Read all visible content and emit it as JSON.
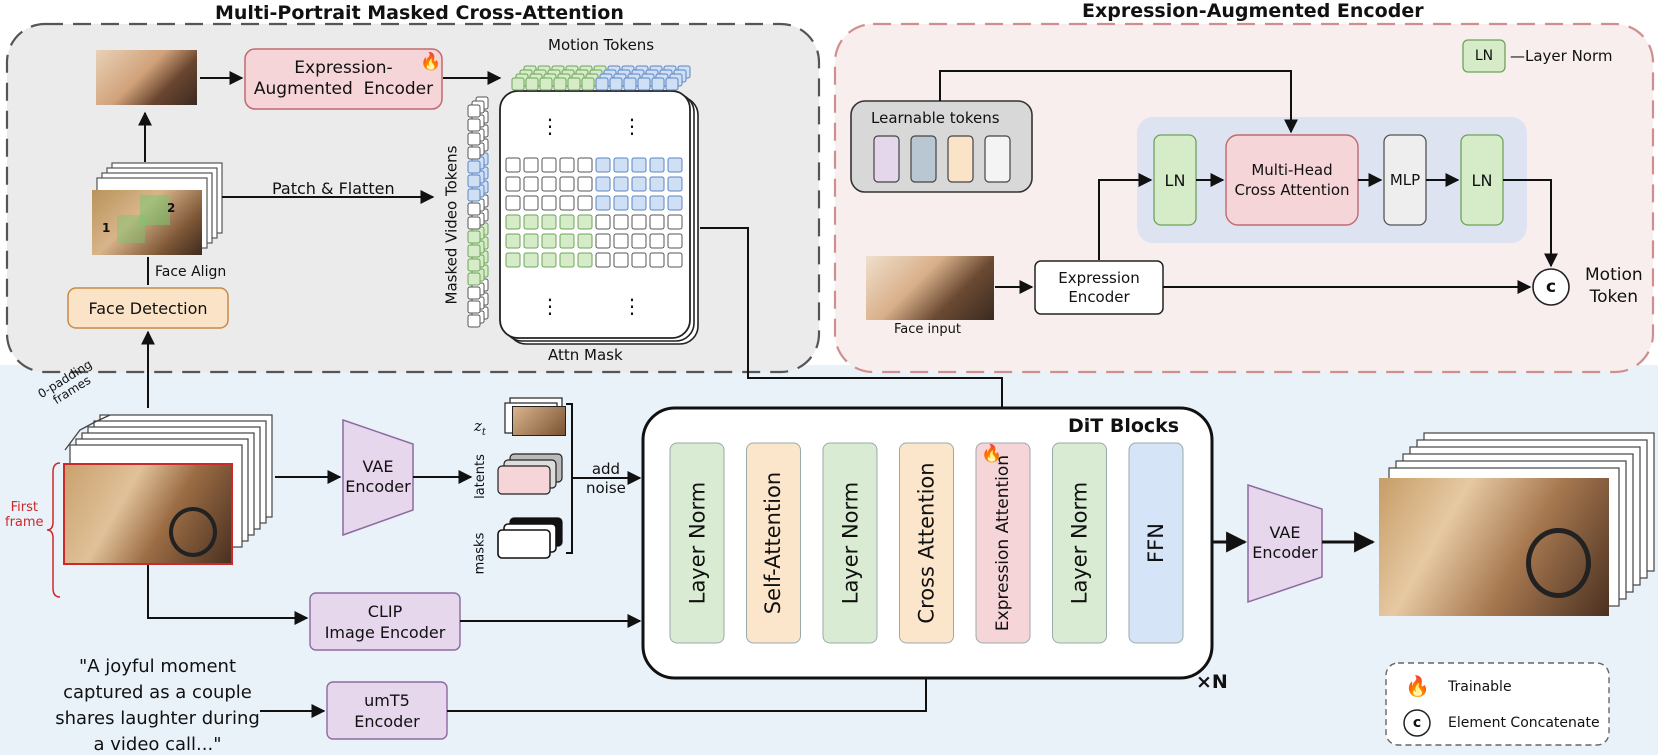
{
  "titles": {
    "left": "Multi-Portrait Masked Cross-Attention",
    "right": "Expression-Augmented Encoder"
  },
  "left_panel": {
    "expr_encoder": "Expression-\nAugmented  Encoder",
    "motion_tokens": "Motion Tokens",
    "patch_flatten": "Patch & Flatten",
    "masked_video_tokens": "Masked Video Tokens",
    "attn_mask": "Attn Mask",
    "face_align": "Face Align",
    "face_detection": "Face Detection",
    "face_num_1": "1",
    "face_num_2": "2",
    "ellipsis": "⋮"
  },
  "right_panel": {
    "legend_ln_box": "LN",
    "legend_ln_text": "—Layer Norm",
    "learnable_tokens": "Learnable tokens",
    "ln": "LN",
    "mhca": "Multi-Head\nCross Attention",
    "mlp": "MLP",
    "expression_encoder": "Expression\nEncoder",
    "face_input": "Face input",
    "concat": "c",
    "motion_token": "Motion\nToken"
  },
  "bottom": {
    "zero_padding": "0-padding\nframes",
    "first_frame": "First\nframe",
    "vae_encoder_in": "VAE\nEncoder",
    "zt": "z",
    "zt_sub": "t",
    "latents": "latents",
    "masks": "masks",
    "add_noise": "add\nnoise",
    "clip": "CLIP\nImage Encoder",
    "umt5": "umT5\nEncoder",
    "prompt": "\"A joyful moment\ncaptured as a couple\nshares laughter during\na video call...\"",
    "dit_title": "DiT Blocks",
    "repeat": "×N",
    "vae_encoder_out": "VAE\nEncoder"
  },
  "dit_blocks": [
    {
      "label": "Layer Norm",
      "color": "#d9ecd3"
    },
    {
      "label": "Self-Attention",
      "color": "#fbe6cc"
    },
    {
      "label": "Layer Norm",
      "color": "#d9ecd3"
    },
    {
      "label": "Cross Attention",
      "color": "#fbe6cc"
    },
    {
      "label": "Expression Attention",
      "color": "#f6d5d8"
    },
    {
      "label": "Layer Norm",
      "color": "#d9ecd3"
    },
    {
      "label": "FFN",
      "color": "#d6e4f7"
    }
  ],
  "legend": {
    "trainable": "Trainable",
    "concat_symbol": "c",
    "concat": "Element Concatenate"
  },
  "colors": {
    "left_panel_bg": "#ebebeb",
    "right_panel_bg": "#f8eeee",
    "bottom_bg": "#e9f1f9",
    "expr_encoder_fill": "#f6d5d8",
    "face_detection_fill": "#fbe3c7",
    "vae_fill": "#e6d7ec",
    "green_token": "#d6ecc9",
    "blue_token": "#cfe0f5",
    "first_frame_red": "#cc2a2a",
    "fire": "#f26b1d"
  }
}
